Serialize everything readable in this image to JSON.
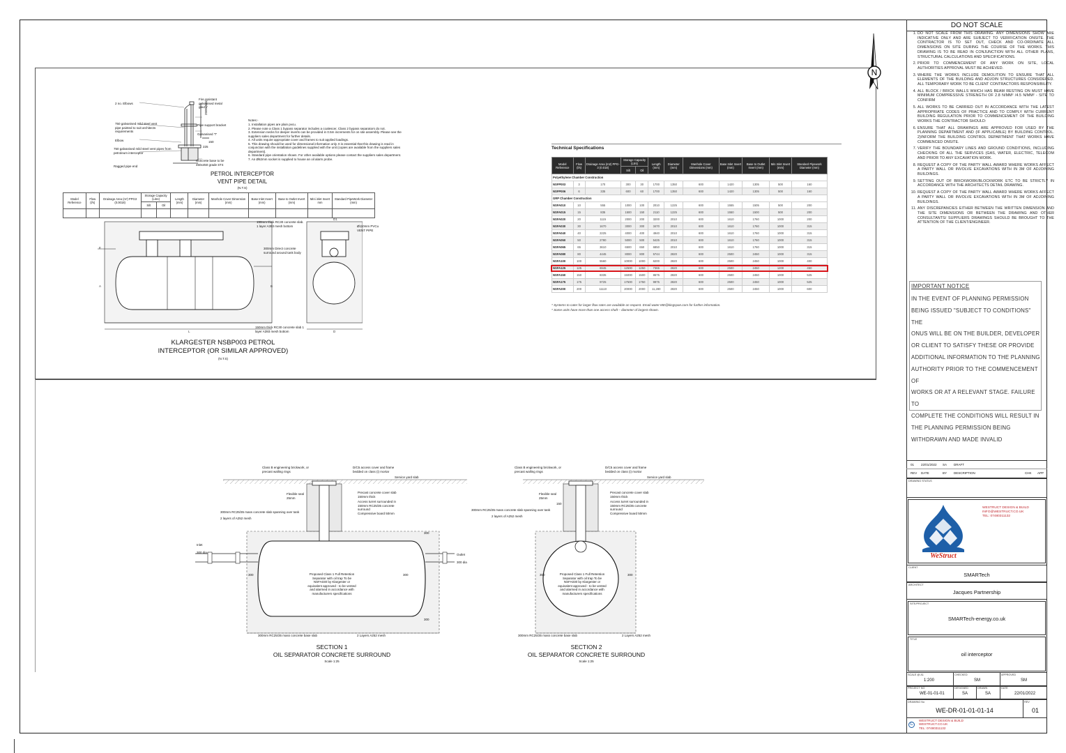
{
  "sheet": {
    "do_not_scale": "DO NOT SCALE"
  },
  "notes": [
    "DO NOT SCALE FROM THIS DRAWING. ANY DIMENSIONS SHOW ARE INDICATIVE ONLY AND ARE SUBJECT TO VERIFICATION ONSITE. THE CONTRACTOR IS TO SET OUT, CHECK AND CO-ORDINATE ALL DIMENSIONS ON SITE DURING THE COURSE OF THE WORKS. THIS DRAWING IS TO BE READ IN CONJUNCTION WITH ALL OTHER PLANS, STRUCTURAL CALCULATIONS AND SPECIFICATIONS.",
    "PRIOR TO COMMENCEMENT OF ANY WORK ON SITE, LOCAL AUTHORITIES APPROVAL MUST BE ACHIEVED.",
    "WHERE THE WORKS INCLUDE DEMOLITION TO ENSURE THAT ALL ELEMENTS OF THE BUILDING AND ADJOIN STRUCTURES CONSIDERED. ALL TEMPORARY WORK TO BE CLIENT CONTRACTORS RESPONSIBILITY.",
    "ALL BLOCK / BRICK WALLS WHICH HAS BEAM RESTING ON MUST HAVE MINIMUM COMPRESSIVE STRENGTH OF 2.8 N/MM² /4.5 N/MM² - SITE TO CONFIRM",
    "ALL WORKS TO BE CARRIED OUT IN ACCORDANCE WITH THE LATEST APPROPRIATE CODES OF PRACTICE AND TO COMPLY WITH CURRENT BUILDING REGULATION PRIOR TO COMMENCEMENT OF THE BUILDING WORKS THE CONTRACTOR SHOULD:",
    "ENSURE THAT ALL DRAWINGS ARE APPROVED FOR USED BY THE PLANNING DEPARTMENT AND (IF APPLICABLE) BY BUILDING CONTROL. 2)INFORM THE BUILDING CONTROL DEPARTMENT THAT WORKS HAVE COMMENCED ONSITE.",
    "VERIFY THE BOUNDARY LINES AND GROUND CONDITIONS, INCLUDING CHECKING OF ALL THE SERVICES (GAS, WATER, ELECTRIC, TELECOM AND PRIOR TO ANY EXCAVATION WORK.",
    "REQUEST A COPY OF THE PARTY WALL AWARD WHERE WORKS AFFECT A PARTY WALL OR INVOLVE EXCAVATIONS WITH IN 3M OF ADJOINING BUILDINGS.",
    "SETTING OUT OF BRICKWORK/BLOCKWORK ETC TO BE STRICTLY IN ACCORDANCE WITH THE ARCHITECTS DETAIL DRAWING.",
    "REQUEST A COPY OF THE PARTY WALL AWARD WHERE WORKS AFFECT A PARTY WALL OR INVOLVE EXCAVATIONS WITH IN 3M OF ADJOINING BUILDINGS.",
    "ANY DISCREPANCIES EITHER BETWEEN THE WRITTEN DIMENSION AND THE SITE DIMENSIONS OR BETWEEN THE DRAWING AND OTHER CONSULTANTS/ SUPPLIERS DRAWINGS SHOULD BE BROUGHT TO THE ATTENTION OF THE CLIENT/ENGINEER."
  ],
  "important_notice": {
    "title": "IMPORTANT NOTICE",
    "lines": [
      "IN THE EVENT OF PLANNING PERMISSION",
      "BEING ISSUED \"SUBJECT TO CONDITIONS\" THE",
      "ONUS WILL BE ON THE BUILDER, DEVELOPER",
      "OR CLIENT TO SATISFY THESE OR PROVIDE",
      "ADDITIONAL INFORMATION TO THE PLANNING",
      "AUTHORITY PRIOR TO THE COMMENCEMENT OF",
      "WORKS OR AT A RELEVANT STAGE. FAILURE TO",
      "COMPLETE THE CONDITIONS WILL RESULT IN",
      "THE PLANNING PERMISSION BEING",
      "WITHDRAWN AND MADE INVALID"
    ]
  },
  "revision": {
    "row": [
      "01",
      "22/01/2022",
      "SA",
      "DRAFT"
    ],
    "headers": [
      "REV",
      "DATE",
      "BY",
      "DESCRIPTION",
      "CHK",
      "APP"
    ]
  },
  "title_block": {
    "drawing_status_label": "DRAWING STATUS",
    "company_lines": [
      "WESTRUCT DESIGN & BUILD",
      "INFO@WESTRUCT.CO.UK",
      "TEL: 07480311132"
    ],
    "logo_text": "WeStruct",
    "client_label": "CLIENT",
    "client": "SMARTech",
    "architect_label": "ARCHITECT",
    "architect": "Jacques Partnership",
    "site_label": "SITE/PROJECT",
    "site": "SMARTech-energy.co.uk",
    "title_label": "TITLE",
    "title": "oil interceptor",
    "scale_label": "SCALE @ A1",
    "scale": "1:200",
    "checked_label": "CHECKED",
    "checked": "SM",
    "approved_label": "APPROVED",
    "approved": "SM",
    "project_no_label": "PROJECT NO",
    "project_no": "WE-01-01-01",
    "designed_label": "DESIGNED",
    "designed": "SA",
    "drawn_label": "DRAWN",
    "drawn": "SA",
    "date_label": "DATE",
    "date": "22/01/2022",
    "drawing_no_label": "DRAWING No",
    "drawing_no": "WE-DR-01-01-01-14",
    "rev_label": "REV",
    "rev": "01",
    "copyright_symbol": "C",
    "copyright_lines": [
      "WESTRUCT DESIGN & BUILD",
      "WESTRUCT.CO.UK",
      "TEL: 07480311132"
    ]
  },
  "north_arrow": {
    "label": "N"
  },
  "vent_detail": {
    "title": "PETROL INTERCEPTOR",
    "title2": "VENT PIPE DETAIL",
    "scale": "(N.T.S)",
    "labels": {
      "fire": "Fire resistant galvanised metal gauze",
      "elbows": "2 no. Elbows",
      "vent750": "750 galvanised mild steel vent pipe painted to suit architects requirements",
      "bracket": "Pipe support bracket",
      "tee": "Galvanised 'T'",
      "elbow": "Elbow",
      "vent750b": "750 galvanised mild steel vent pipes from petroleum interceptor",
      "concrete": "Concrete base to be 450x450 grade ST4",
      "ragged": "Ragged pipe end",
      "d150": "150",
      "d225": "225",
      "d2500": "2500 (Min)"
    },
    "notes_title": "Notes:-",
    "notes": [
      "1.   Installation pipes are plain pvcu.",
      "2.   Please note a Class 1 bypass separator includes a coalescer, Class 2 bypass separators do not.",
      "3.   Extension necks for deeper inverts can be provided in 0.5m increments for on site assembly. Please see the suppliers sales department for further details.",
      "4.   All units require appropriate cover and frames to suit applied loadings.",
      "5.   This drawing should be used for dimensional information only. It is essential that this drawing is read in conjunction with the installation guidelines supplied with the unit (copies are available from the suppliers sales department).",
      "6.   Standard pipe orientation shown. For other available options please contact the suppliers sales department.",
      "7.   An Ø62mm socket is supplied to house an oil alarm probe."
    ],
    "table_headers": [
      "Model Reference",
      "Flow (l/s)",
      "Drainage Area (m²) PPG3 (0.0018)",
      "Storage Capacity (Litre)",
      "Length (mm)",
      "Diameter (mm)",
      "Manhole Cover Dimension (mm)",
      "Base Inlet Invert (mm)",
      "Base to Outlet Invert (mm)",
      "Mini inlet Invert mm",
      "Standard PipeWork Diameter (mm)"
    ],
    "storage_sub": [
      "Silt",
      "Oil"
    ]
  },
  "klargester": {
    "title1": "KLARGESTER NSBP003 PETROL",
    "title2": "INTERCEPTOR (OR SIMILAR APPROVED)",
    "scale": "(N.T.S)",
    "labels": {
      "slab_top": "150mm thick RC30 concrete slab. 1 layer A393 mesh bottom",
      "surround": "300mm Direct concrete surround around tank body",
      "pvc": "Ø110mm PVCu VENT PIPE",
      "slab_bot": "150mm thick RC30 concrete slab 1 layer A393 mesh bottom",
      "d1": "D1",
      "l": "L",
      "d": "D",
      "a": "A",
      "b": "B",
      "e": "E"
    }
  },
  "spec": {
    "title": "Technical Specifications",
    "headers": [
      "Model Reference",
      "Flow (l/s)",
      "Drainage Area (m2) PPG-3 (0.018)",
      "Storage Capacity (Ltrs)",
      "Length (mm)",
      "Diameter (mm)",
      "Manhole Cover Dimensions (mm)",
      "Base Inlet Invert (mm)",
      "Base to Outlet Invert (mm)",
      "Min Inlet Invert (mm)",
      "Standard Pipework Diameter (mm)"
    ],
    "storage_sub": [
      "Silt",
      "Oil"
    ],
    "section1": "Polyethylene Chamber Construction",
    "rows1": [
      [
        "NSFP003",
        "3",
        "170",
        "300",
        "30",
        "1700",
        "1350",
        "600",
        "1420",
        "1305",
        "500",
        "160"
      ],
      [
        "NSFP006",
        "6",
        "335",
        "600",
        "60",
        "1700",
        "1350",
        "600",
        "1420",
        "1305",
        "500",
        "160"
      ]
    ],
    "section2": "GRP Chamber Construction",
    "rows2": [
      [
        "NSFA010",
        "10",
        "555",
        "1000",
        "100",
        "2010",
        "1225",
        "600",
        "1555",
        "1505",
        "500",
        "200"
      ],
      [
        "NSFA015",
        "15",
        "835",
        "1500",
        "150",
        "2110",
        "1225",
        "600",
        "1550",
        "1500",
        "500",
        "200"
      ],
      [
        "NSFA020",
        "20",
        "1115",
        "2000",
        "200",
        "3200",
        "2010",
        "600",
        "1610",
        "1760",
        "1000",
        "200"
      ],
      [
        "NSFA030",
        "30",
        "1670",
        "3000",
        "300",
        "3470",
        "2010",
        "600",
        "1610",
        "1760",
        "1000",
        "315"
      ],
      [
        "NSFA040",
        "40",
        "2225",
        "4000",
        "400",
        "4940",
        "2010",
        "600",
        "1610",
        "1760",
        "1000",
        "315"
      ],
      [
        "NSFA050",
        "50",
        "2780",
        "5000",
        "500",
        "5425",
        "2010",
        "600",
        "1610",
        "1760",
        "1000",
        "315"
      ],
      [
        "NSFA065",
        "65",
        "3610",
        "6500",
        "650",
        "6850",
        "2010",
        "600",
        "1610",
        "1760",
        "1000",
        "315"
      ],
      [
        "NSFA080",
        "80",
        "4445",
        "8000",
        "800",
        "5744",
        "2820",
        "600",
        "2500",
        "2450",
        "1000",
        "315"
      ],
      [
        "NSFA100",
        "100",
        "5560",
        "10000",
        "1000",
        "6200",
        "2820",
        "600",
        "2500",
        "2450",
        "1000",
        "400"
      ],
      [
        "NSFA125",
        "125",
        "6945",
        "12500",
        "1250",
        "7365",
        "2820",
        "600",
        "2500",
        "2450",
        "1200",
        "450"
      ],
      [
        "NSFA150",
        "150",
        "8335",
        "15000",
        "1500",
        "8675",
        "2820",
        "600",
        "2500",
        "2450",
        "1000",
        "525"
      ],
      [
        "NSFA175",
        "175",
        "9725",
        "17500",
        "1750",
        "9975",
        "2820",
        "600",
        "2500",
        "2450",
        "1000",
        "525"
      ],
      [
        "NSFA200",
        "200",
        "11110",
        "20000",
        "2000",
        "11,280",
        "2820",
        "600",
        "2500",
        "2450",
        "1000",
        "600"
      ]
    ],
    "footnote1": "* Systems to cater for larger flow rates are available on request. Email water-ME@kingspan.com for further information.",
    "footnote2": "* Some units have more than one access shaft – diameter of largest shown."
  },
  "section1": {
    "title": "SECTION 1",
    "subtitle": "OIL SEPARATOR CONCRETE SURROUND",
    "scale": "Scale 1:25",
    "labels": {
      "brick": "Class B engineering brickwork, or precast walling rings",
      "cover": "D/C5 access cover and frame bedded on class (i) mortar",
      "yard": "Service yard slab",
      "flex": "Flexible seal 25mm",
      "slab150": "Precast concrete cover slab 150mm thick",
      "turret": "Access turret surrounded in 150mm RC25/35 concrete surround",
      "board": "Compressive board 50mm",
      "mass": "300mm RC25/35 mass concrete slab spanning over tank",
      "mesh": "2 layers of A252 mesh",
      "inlet": "Inlet",
      "inlet_dia": "300 dia",
      "outlet": "Outlet",
      "outlet_dia": "300 dia",
      "tank": "Proposed Class 1 Full Retention Separator with oil trap To be NSFA030 by Klargester or equivalent approved - to be vented and alarmed in accordance with manufacturers specifications",
      "base": "300mm RC25/35 mass concrete base slab",
      "mesh2": "2 Layers A252 mesh",
      "d300": "300",
      "d300b": "300",
      "d300c": "300",
      "d300d": "300"
    }
  },
  "section2": {
    "title": "SECTION 2",
    "subtitle": "OIL SEPARATOR CONCRETE SURROUND",
    "scale": "Scale 1:25",
    "labels": {
      "brick": "Class B engineering brickwork, or precast walling rings",
      "cover": "D/C5 access cover and frame bedded on class (i) mortar",
      "yard": "Service yard slab",
      "flex": "Flexible seal 25mm",
      "slab150": "Precast concrete cover slab 150mm thick",
      "turret": "Access turret surrounded in 150mm RC25/35 concrete surround",
      "board": "Compressive board 50mm",
      "mass": "300mm RC25/35 mass concrete slab spanning over tank",
      "mesh": "2 layers of A252 mesh",
      "tank": "Proposed Class 1 Full Retention Separator with oil trap To be NSFA030 by Klargester or equivalent approved - to be vented and alarmed in accordance with manufacturers specifications",
      "base": "300mm RC25/35 mass concrete base slab",
      "mesh2": "2 Layers A252 mesh",
      "d150": "150",
      "d300": "300",
      "d300b": "300"
    }
  }
}
